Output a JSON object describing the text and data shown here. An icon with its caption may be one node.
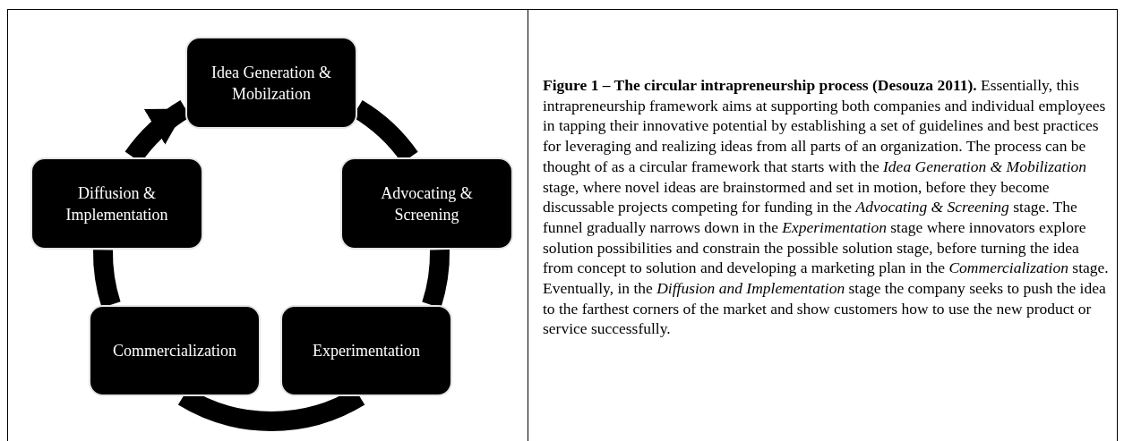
{
  "diagram": {
    "caption": "**Figure 1 – The circular intrapreneurship process (Desouza 2011).** Essentially, this intrapreneurship framework aims at supporting both companies and individual employees in tapping their innovative potential by establishing a set of guidelines and best practices for leveraging and realizing ideas from all parts of an organization. The process can be thought of as a circular framework that starts with the *Idea Generation & Mobilization* stage, where novel ideas are brainstormed and set in motion, before they become discussable projects competing for funding in the *Advocating & Screening* stage. The funnel gradually narrows down in the *Experimentation* stage where innovators explore solution possibilities and constrain the possible solution stage, before turning the idea from concept to solution and developing a marketing plan in the *Commercialization* stage. Eventually, in the *Diffusion and Implementation* stage the company seeks to push the idea to the farthest corners of the market and show customers how to use the new product or service successfully.",
    "nodes": [
      {
        "text": [
          "Idea Generation & Mobilzation"
        ]
      },
      {
        "text": [
          "Advocating & Screening"
        ]
      },
      {
        "text": [
          "Experimentation"
        ]
      },
      {
        "text": [
          "Commercialization"
        ]
      },
      {
        "text": [
          "Diffusion & Implementation"
        ]
      }
    ],
    "edges": [
      {
        "from": 0,
        "to": 1,
        "arrow": "none"
      },
      {
        "from": 1,
        "to": 2,
        "arrow": "none"
      },
      {
        "from": 2,
        "to": 3,
        "arrow": "none"
      },
      {
        "from": 3,
        "to": 4,
        "arrow": "none"
      },
      {
        "from": 4,
        "to": 0,
        "arrow": "to"
      }
    ]
  }
}
